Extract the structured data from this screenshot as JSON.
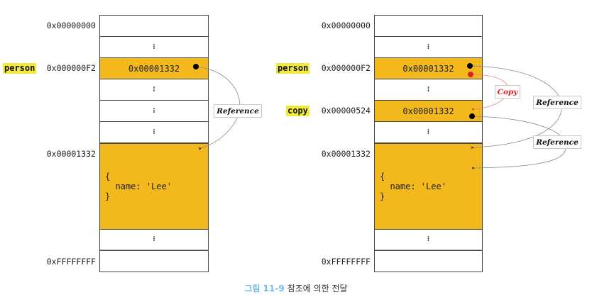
{
  "left_diagram": {
    "addresses": {
      "top": "0x00000000",
      "person": "0x000000F2",
      "object": "0x00001332",
      "bottom": "0xFFFFFFFF"
    },
    "variables": {
      "person": "person"
    },
    "cells": {
      "person_value": "0x00001332",
      "ellipsis": "⁝"
    },
    "object_text": "{\n  name: 'Lee'\n}",
    "reference_label": "Reference"
  },
  "right_diagram": {
    "addresses": {
      "top": "0x00000000",
      "person": "0x000000F2",
      "copy": "0x00000524",
      "object": "0x00001332",
      "bottom": "0xFFFFFFFF"
    },
    "variables": {
      "person": "person",
      "copy": "copy"
    },
    "cells": {
      "person_value": "0x00001332",
      "copy_value": "0x00001332",
      "ellipsis": "⁝"
    },
    "object_text": "{\n  name: 'Lee'\n}",
    "copy_label": "Copy",
    "reference_label_1": "Reference",
    "reference_label_2": "Reference"
  },
  "caption": {
    "number": "그림 11-9",
    "text": "참조에 의한 전달"
  },
  "colors": {
    "memory_highlight": "#f2b81c",
    "variable_highlight": "#f2ea3a",
    "copy_arrow": "#e32020",
    "caption_number": "#6fbbe6"
  }
}
